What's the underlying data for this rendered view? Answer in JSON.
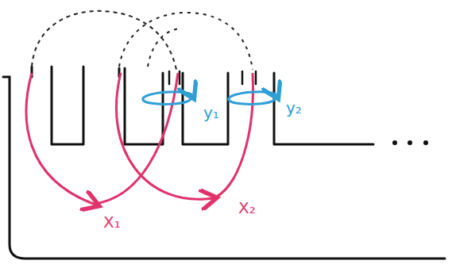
{
  "diagram": {
    "labels": [
      "X₁",
      "X₂",
      "y₁",
      "y₂"
    ]
  }
}
